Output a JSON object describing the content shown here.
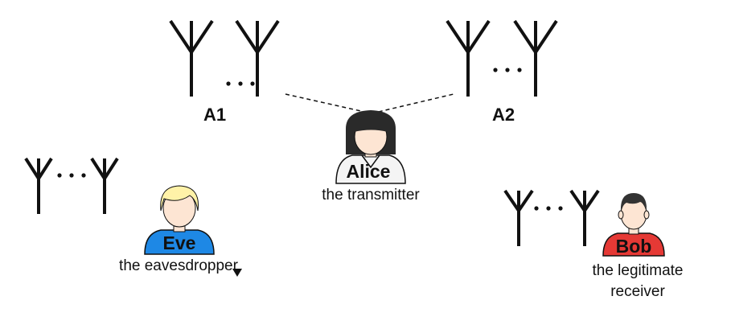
{
  "antenna_groups": {
    "a1": {
      "label": "A1"
    },
    "a2": {
      "label": "A2"
    }
  },
  "people": {
    "alice": {
      "name": "Alice",
      "role": "the transmitter",
      "shirt_color": "#f4f4f4",
      "hair_color": "#2a2a2a"
    },
    "eve": {
      "name": "Eve",
      "role": "the eavesdropper",
      "shirt_color": "#1e88e5",
      "hair_color": "#fff2a8"
    },
    "bob": {
      "name": "Bob",
      "role_line1": "the legitimate",
      "role_line2": "receiver",
      "shirt_color": "#e53935",
      "hair_color": "#333333"
    }
  },
  "colors": {
    "line": "#111111",
    "skin": "#fde5d3"
  }
}
